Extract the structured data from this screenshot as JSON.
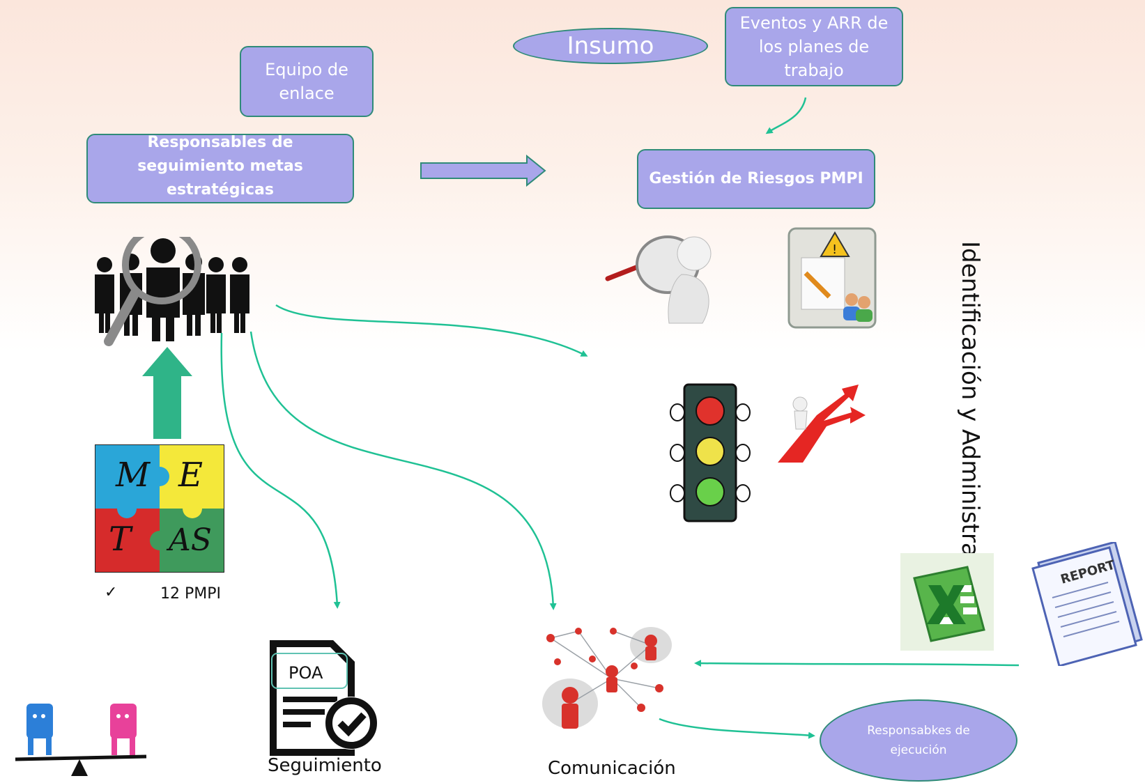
{
  "boxes": {
    "equipo": "Equipo de enlace",
    "responsables": "Responsables de seguimiento metas estratégicas",
    "eventos": "Eventos y ARR de los planes de trabajo",
    "gestion": "Gestión de Riesgos PMPI"
  },
  "ellipses": {
    "insumo": "Insumo",
    "ejecucion": "Responsabkes de ejecución"
  },
  "labels": {
    "identificacion": "Identificación y Administración",
    "check_item": "12 PMPI",
    "check_mark": "✓",
    "seguimiento": "Seguimiento",
    "comunicacion": "Comunicación",
    "poa": "POA",
    "report": "REPORT"
  },
  "metas_letters": [
    "M",
    "E",
    "T",
    "AS"
  ],
  "colors": {
    "box_fill": "#a9a6ea",
    "box_border": "#2f8b78",
    "connector": "#1fc194",
    "up_arrow": "#2fb488"
  }
}
